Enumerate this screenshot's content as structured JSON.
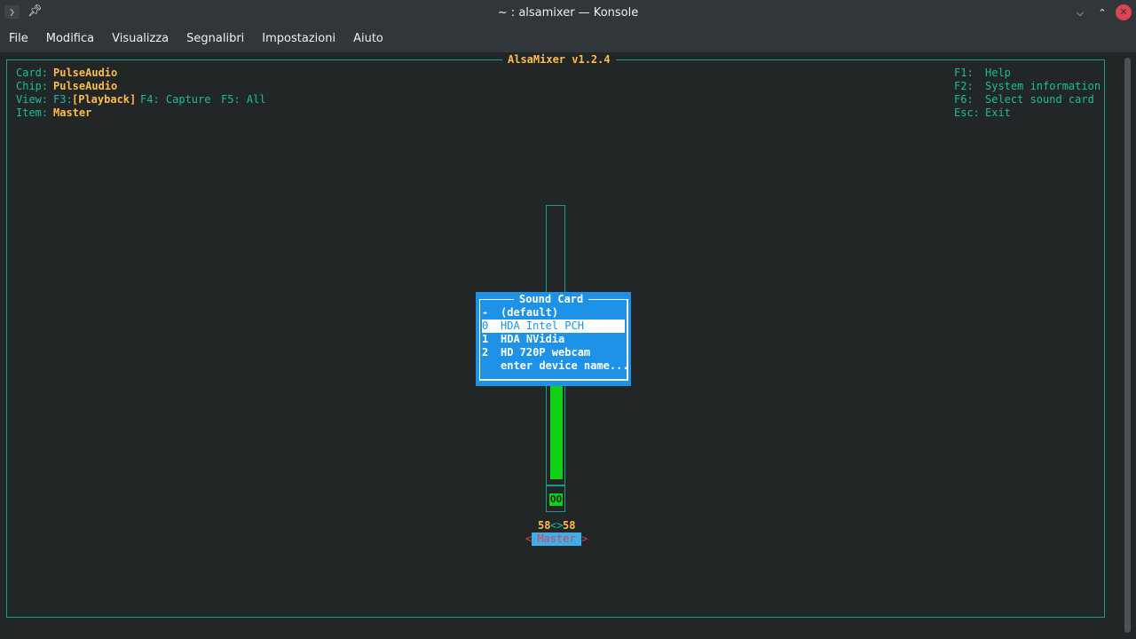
{
  "window": {
    "title": "~ : alsamixer — Konsole",
    "app_icon": "terminal-icon",
    "pin_icon": "pin-icon",
    "buttons": {
      "minimize": "⌵",
      "maximize": "⌃",
      "close": "✕"
    }
  },
  "menu": [
    "File",
    "Modifica",
    "Visualizza",
    "Segnalibri",
    "Impostazioni",
    "Aiuto"
  ],
  "alsamixer": {
    "title": "AlsaMixer v1.2.4",
    "info": {
      "card_label": "Card:",
      "card_value": "PulseAudio",
      "chip_label": "Chip:",
      "chip_value": "PulseAudio",
      "view_label": "View:",
      "view_f3": "F3:",
      "view_playback": "[Playback]",
      "view_f4": "F4: Capture",
      "view_f5": "F5: All",
      "item_label": "Item:",
      "item_value": "Master"
    },
    "help": [
      {
        "key": "F1:",
        "label": "Help"
      },
      {
        "key": "F2:",
        "label": "System information"
      },
      {
        "key": "F6:",
        "label": "Select sound card"
      },
      {
        "key": "Esc:",
        "label": "Exit"
      }
    ],
    "control": {
      "name": "Master",
      "left_arrow": "<",
      "right_arrow": ">",
      "volume_left": "58",
      "volume_arrows": "<>",
      "volume_right": "58",
      "level_fraction": 0.58,
      "mute_label": "OO"
    },
    "colors": {
      "frame": "#16a085",
      "accent_text": "#fdbc4b",
      "label_text": "#1abc9c",
      "level_bar": "#11d116",
      "dialog_bg": "#1e92e6"
    }
  },
  "sound_card_dialog": {
    "title": "Sound Card",
    "options": [
      {
        "key": "-",
        "label": "(default)",
        "selected": false
      },
      {
        "key": "0",
        "label": "HDA Intel PCH",
        "selected": true
      },
      {
        "key": "1",
        "label": "HDA NVidia",
        "selected": false
      },
      {
        "key": "2",
        "label": "HD 720P webcam",
        "selected": false
      },
      {
        "key": "",
        "label": "enter device name...",
        "selected": false
      }
    ]
  }
}
